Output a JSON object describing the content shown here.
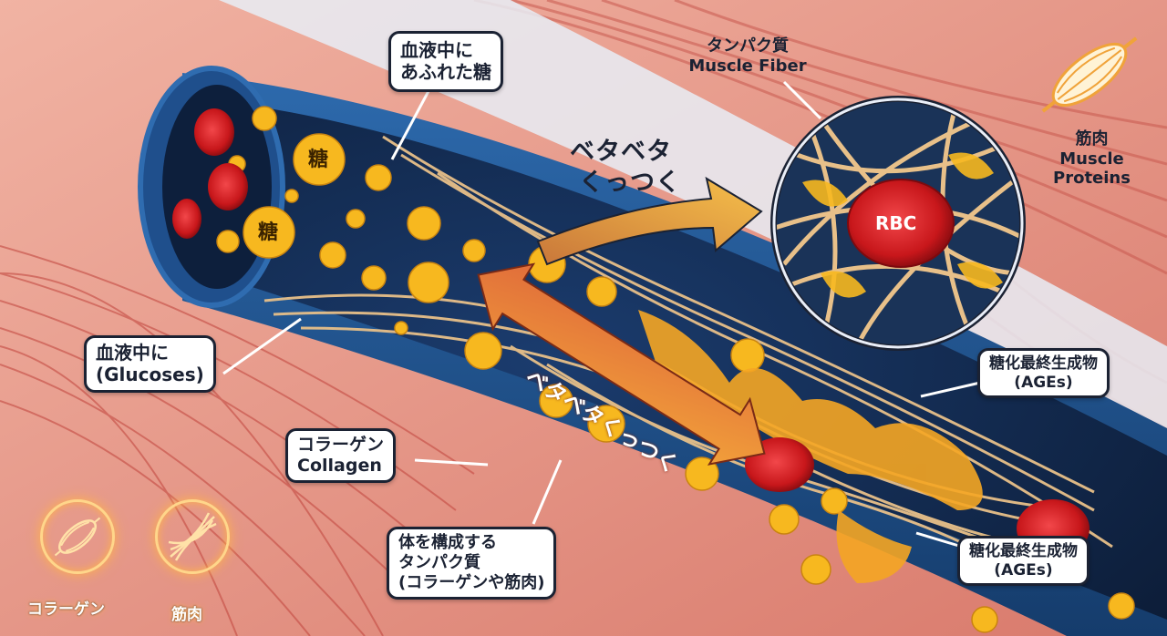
{
  "colors": {
    "vessel_wall": "#1f4f8c",
    "vessel_interior": "#0f2140",
    "glucose_yellow": "#f7b81f",
    "collagen_tan": "#e8c089",
    "rbc_red": "#c8171b",
    "muscle_pink": "#e7958a",
    "callout_border": "#1b2233"
  },
  "labels": {
    "blood_sugar_top": [
      "血液中に",
      "あふれた糖"
    ],
    "muscle_fiber": [
      "タンパク質",
      "Muscle Fiber"
    ],
    "muscle_proteins": [
      "筋肉",
      "Muscle",
      "Proteins"
    ],
    "sticky_top": [
      "ベタベタ",
      "くっつく"
    ],
    "sticky_arrow": "ベタベタくっつく",
    "glucose_box": [
      "血液中に",
      "(Glucoses)"
    ],
    "collagen_box": [
      "コラーゲン",
      "Collagen"
    ],
    "body_proteins_box": [
      "体を構成する",
      "タンパク質",
      "(コラーゲンや筋肉)"
    ],
    "ages_mid": [
      "糖化最終生成物",
      "(AGEs)"
    ],
    "ages_bottom": [
      "糖化最終生成物",
      "(AGEs)"
    ],
    "sugar_char": "糖",
    "rbc": "RBC"
  },
  "legend": {
    "collagen_icon_label": "コラーゲン",
    "muscle_icon_label": "筋肉",
    "collagen_icon": "muscle-bundle-icon",
    "muscle_icon": "twisted-fibers-icon"
  }
}
